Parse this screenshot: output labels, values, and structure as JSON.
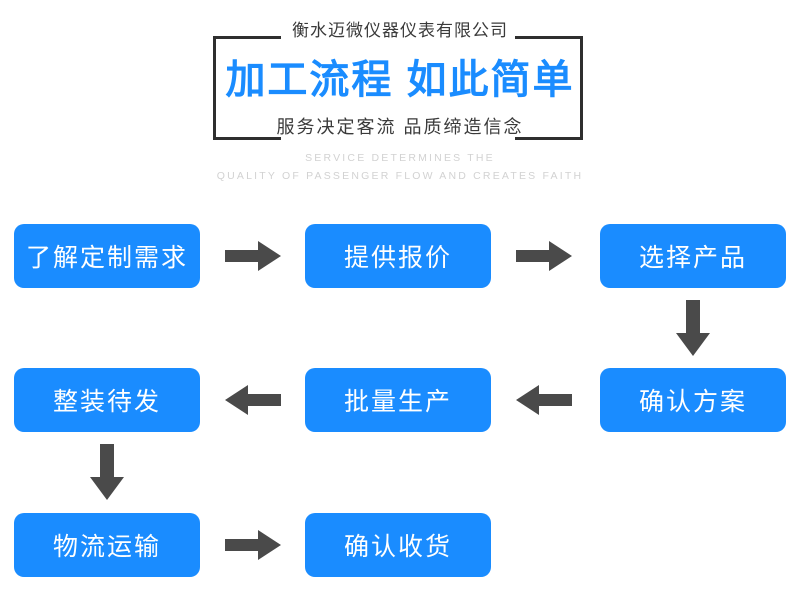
{
  "header": {
    "company_name": "衡水迈微仪器仪表有限公司",
    "main_title": "加工流程 如此简单",
    "sub_title": "服务决定客流  品质缔造信念",
    "english_line_1": "SERVICE DETERMINES THE",
    "english_line_2": "QUALITY OF PASSENGER FLOW AND CREATES FAITH"
  },
  "colors": {
    "node_blue": "#1a8cff",
    "title_blue": "#1a8cff",
    "arrow_gray": "#4a4a4a",
    "bracket_gray": "#2f2f2f",
    "english_gray": "#d2d2d2",
    "background": "#ffffff"
  },
  "chart_data": {
    "type": "diagram",
    "title": "加工流程 如此简单",
    "nodes": [
      {
        "id": "n1",
        "label": "了解定制需求",
        "row": 1,
        "col": 1
      },
      {
        "id": "n2",
        "label": "提供报价",
        "row": 1,
        "col": 2
      },
      {
        "id": "n3",
        "label": "选择产品",
        "row": 1,
        "col": 3
      },
      {
        "id": "n4",
        "label": "确认方案",
        "row": 2,
        "col": 3
      },
      {
        "id": "n5",
        "label": "批量生产",
        "row": 2,
        "col": 2
      },
      {
        "id": "n6",
        "label": "整装待发",
        "row": 2,
        "col": 1
      },
      {
        "id": "n7",
        "label": "物流运输",
        "row": 3,
        "col": 1
      },
      {
        "id": "n8",
        "label": "确认收货",
        "row": 3,
        "col": 2
      }
    ],
    "edges": [
      {
        "from": "n1",
        "to": "n2",
        "direction": "right"
      },
      {
        "from": "n2",
        "to": "n3",
        "direction": "right"
      },
      {
        "from": "n3",
        "to": "n4",
        "direction": "down"
      },
      {
        "from": "n4",
        "to": "n5",
        "direction": "left"
      },
      {
        "from": "n5",
        "to": "n6",
        "direction": "left"
      },
      {
        "from": "n6",
        "to": "n7",
        "direction": "down"
      },
      {
        "from": "n7",
        "to": "n8",
        "direction": "right"
      }
    ]
  },
  "flow": {
    "nodes": {
      "understand_requirements": "了解定制需求",
      "provide_quote": "提供报价",
      "select_product": "选择产品",
      "confirm_plan": "确认方案",
      "mass_production": "批量生产",
      "ready_to_ship": "整装待发",
      "logistics": "物流运输",
      "confirm_receipt": "确认收货"
    }
  }
}
